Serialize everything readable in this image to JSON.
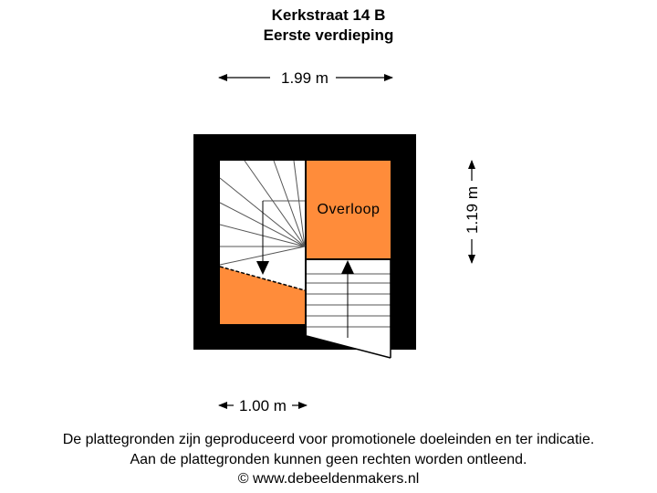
{
  "header": {
    "address": "Kerkstraat 14 B",
    "floor": "Eerste verdieping"
  },
  "dimensions": {
    "width": "1.99 m",
    "depth": "1.19 m",
    "stair_width": "1.00 m"
  },
  "rooms": {
    "landing": "Overloop"
  },
  "colors": {
    "wall": "#000000",
    "room_fill": "#ff8c3a",
    "floor": "#ffffff"
  },
  "footer": {
    "line1": "De plattegronden zijn geproduceerd voor promotionele doeleinden en ter indicatie.",
    "line2": "Aan de plattegronden kunnen geen rechten worden ontleend.",
    "copyright": "© www.debeeldenmakers.nl"
  }
}
